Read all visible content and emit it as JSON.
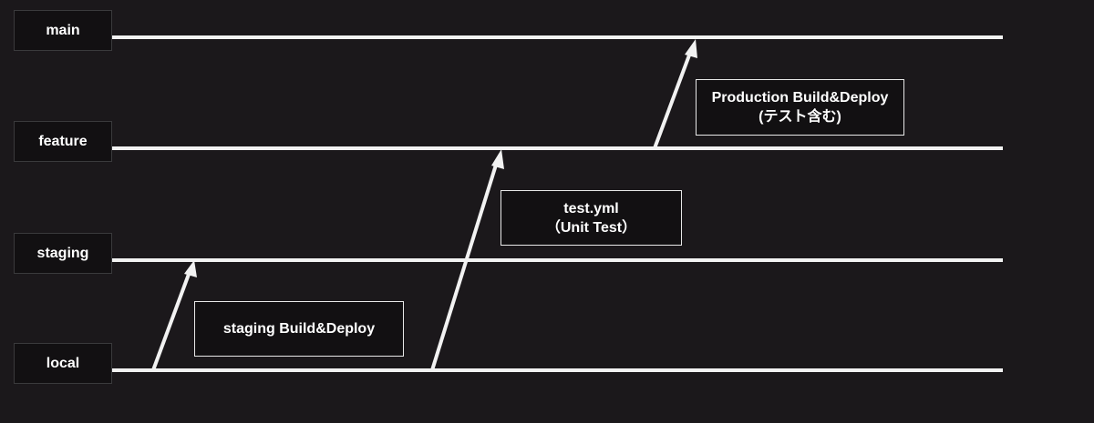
{
  "branches": {
    "main": "main",
    "feature": "feature",
    "staging": "staging",
    "local": "local"
  },
  "notes": {
    "production_line1": "Production Build&Deploy",
    "production_line2": "(テスト含む)",
    "test_line1": "test.yml",
    "test_line2": "（Unit Test）",
    "staging": "staging Build&Deploy"
  },
  "colors": {
    "background": "#1b181b",
    "line": "#f2f2f2",
    "box_fill": "#121012"
  }
}
